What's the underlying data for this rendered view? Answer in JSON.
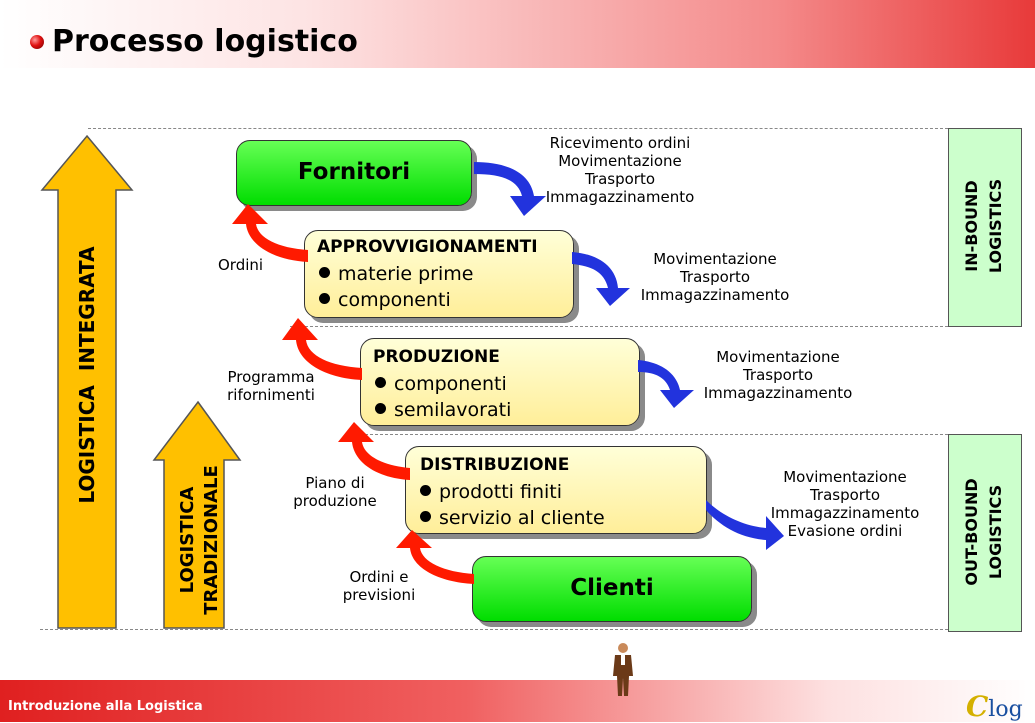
{
  "header": {
    "title": "Processo logistico"
  },
  "pillars": {
    "integrata": "LOGISTICA  INTEGRATA",
    "tradizionale_1": "LOGISTICA",
    "tradizionale_2": "TRADIZIONALE"
  },
  "boxes": {
    "fornitori": {
      "title": "Fornitori"
    },
    "approvvigionamenti": {
      "title": "APPROVVIGIONAMENTI",
      "items": [
        "materie prime",
        "componenti"
      ]
    },
    "produzione": {
      "title": "PRODUZIONE",
      "items": [
        "componenti",
        "semilavorati"
      ]
    },
    "distribuzione": {
      "title": "DISTRIBUZIONE",
      "items": [
        "prodotti finiti",
        "servizio al cliente"
      ]
    },
    "clienti": {
      "title": "Clienti"
    }
  },
  "activities": {
    "fornitori": [
      "Ricevimento ordini",
      "Movimentazione",
      "Trasporto",
      "Immagazzinamento"
    ],
    "approvvigionamenti": [
      "Movimentazione",
      "Trasporto",
      "Immagazzinamento"
    ],
    "produzione": [
      "Movimentazione",
      "Trasporto",
      "Immagazzinamento"
    ],
    "distribuzione": [
      "Movimentazione",
      "Trasporto",
      "Immagazzinamento",
      "Evasione ordini"
    ]
  },
  "flows": {
    "ordini": [
      "Ordini"
    ],
    "programma": [
      "Programma",
      "rifornimenti"
    ],
    "piano": [
      "Piano di",
      "produzione"
    ],
    "previsioni": [
      "Ordini e",
      "previsioni"
    ]
  },
  "side_labels": {
    "inbound_1": "IN-BOUND",
    "inbound_2": "LOGISTICS",
    "outbound_1": "OUT-BOUND",
    "outbound_2": "LOGISTICS"
  },
  "footer": {
    "text": "Introduzione alla Logistica",
    "logo_c": "C",
    "logo_rest": "log"
  },
  "colors": {
    "pillar": "#ffc000",
    "green_box": "#33ee22",
    "yellow_box": "#ffffbb",
    "red_arrow": "#ff1a00",
    "blue_arrow": "#2233dd",
    "side_panel": "#ccffcc"
  }
}
